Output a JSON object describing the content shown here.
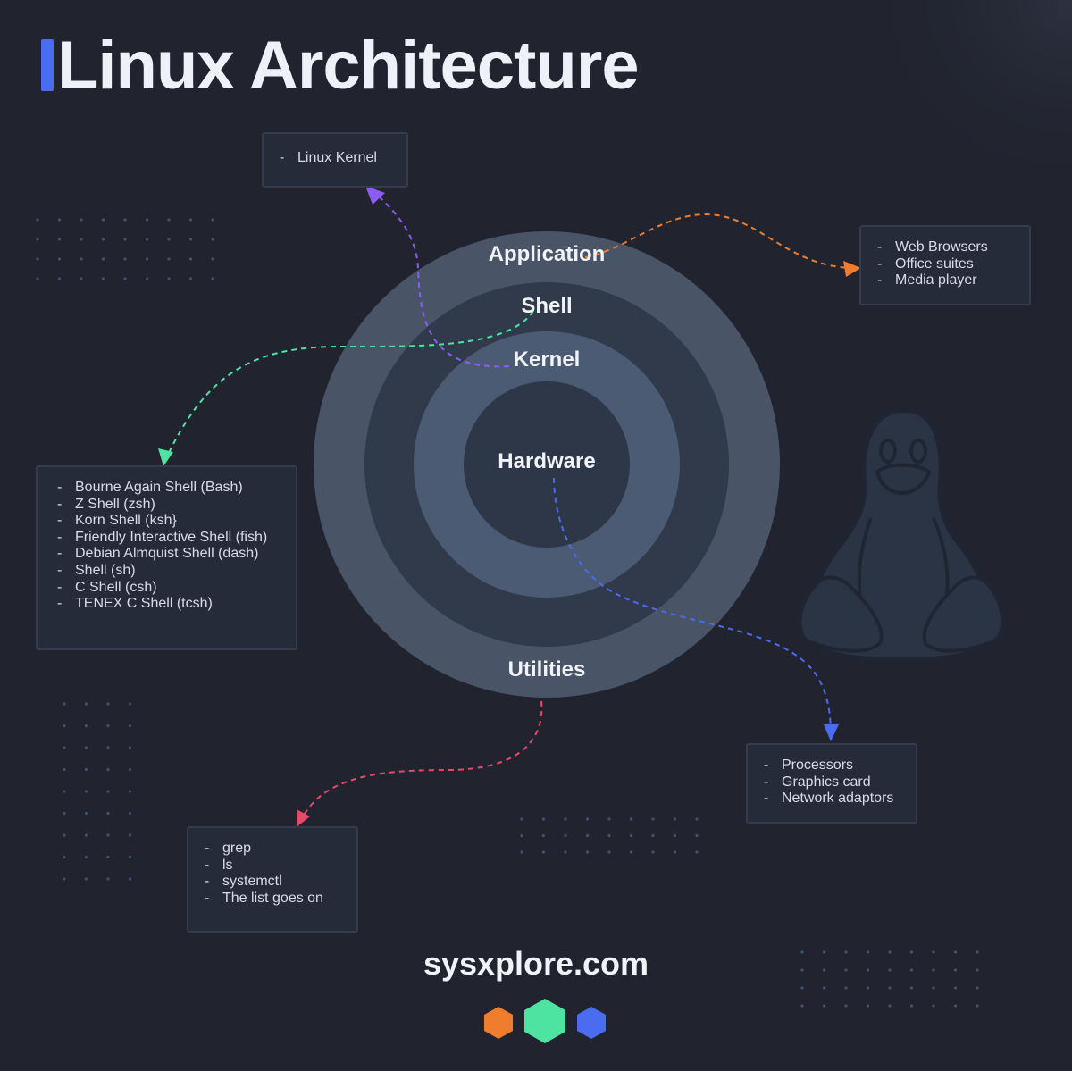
{
  "title": "Linux Architecture",
  "rings": {
    "application": "Application",
    "shell": "Shell",
    "kernel": "Kernel",
    "hardware": "Hardware",
    "utilities": "Utilities"
  },
  "boxes": {
    "kernel": [
      "Linux Kernel"
    ],
    "applications": [
      "Web Browsers",
      "Office suites",
      "Media player"
    ],
    "shells": [
      "Bourne Again Shell (Bash)",
      "Z Shell (zsh)",
      "Korn Shell (ksh}",
      "Friendly Interactive Shell (fish)",
      "Debian Almquist Shell (dash)",
      "Shell (sh)",
      "C Shell (csh)",
      "TENEX C Shell (tcsh)"
    ],
    "hardware": [
      "Processors",
      "Graphics card",
      "Network adaptors"
    ],
    "utilities": [
      "grep",
      "ls",
      "systemctl",
      "The list goes on"
    ]
  },
  "footer": {
    "site": "sysxplore.com"
  },
  "colors": {
    "background": "#21242f",
    "accent_blue": "#4a6cf0",
    "kernel_arrow": "#8b5cf6",
    "application_arrow": "#f07c2e",
    "shell_arrow": "#4ee3a0",
    "hardware_arrow": "#4a6cf0",
    "utilities_arrow": "#e8486a"
  },
  "icons": [
    "tux-penguin-icon",
    "orange-hexagon-icon",
    "green-hexagon-icon",
    "blue-hexagon-icon"
  ]
}
